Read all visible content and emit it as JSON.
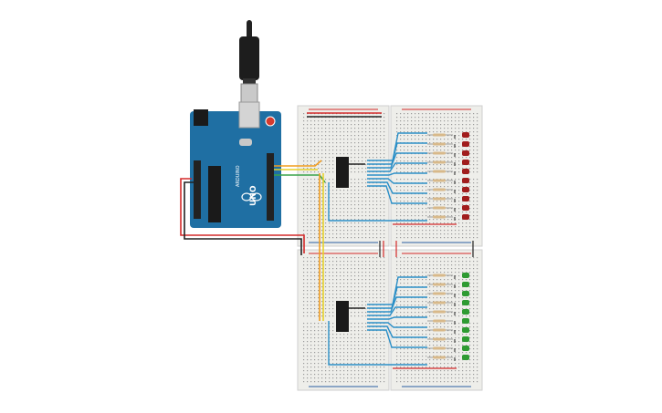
{
  "board": {
    "brand_text": "ARDUINO",
    "model_text": "UNO",
    "color": "#1f6fa3"
  },
  "breadboards": {
    "count": 4,
    "color": "#eeeeea"
  },
  "chips": [
    {
      "role": "shift-register-top"
    },
    {
      "role": "shift-register-bottom"
    }
  ],
  "led_banks": [
    {
      "position": "top",
      "color": "#a11d1d",
      "count": 10
    },
    {
      "position": "bottom",
      "color": "#2e9b32",
      "count": 10
    }
  ],
  "wire_colors": {
    "power": "#d42a2a",
    "ground": "#222222",
    "signal_blue": "#2b8fc7",
    "signal_orange": "#f29d1f",
    "signal_yellow": "#e8d22a",
    "signal_green": "#3aa34a"
  },
  "icons": {
    "usb": "usb-cable-icon",
    "reset": "reset-button-icon",
    "logo": "arduino-infinity-logo"
  }
}
